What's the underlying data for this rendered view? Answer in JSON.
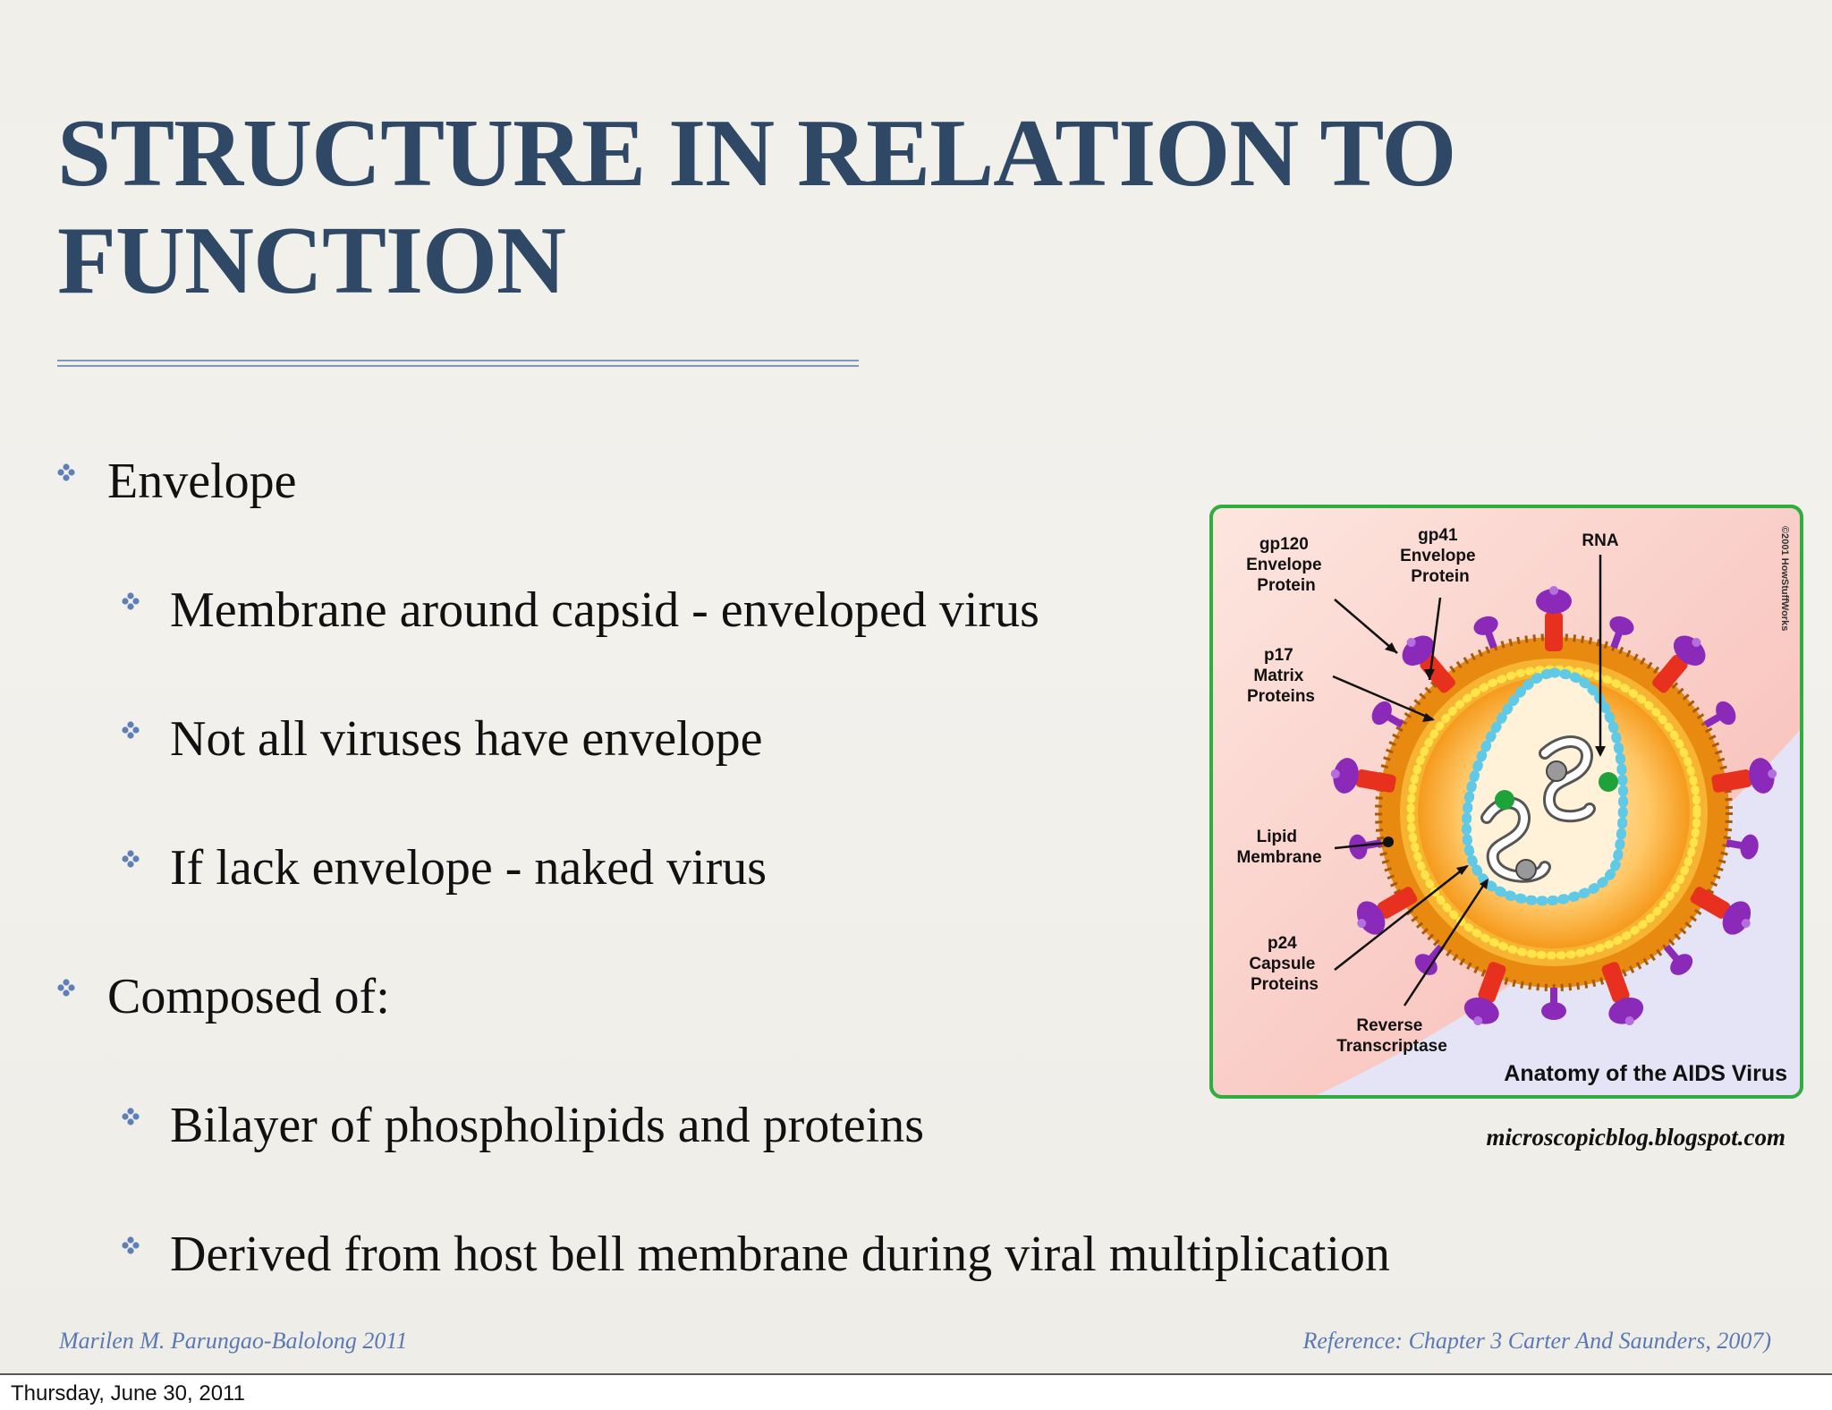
{
  "slide": {
    "title": "STRUCTURE IN RELATION TO FUNCTION",
    "bullets": [
      {
        "text": "Envelope",
        "level": 1
      },
      {
        "text": "Membrane around capsid - enveloped virus",
        "level": 2
      },
      {
        "text": "Not all viruses have envelope",
        "level": 2
      },
      {
        "text": "If lack envelope - naked virus",
        "level": 2
      },
      {
        "text": "Composed of:",
        "level": 1
      },
      {
        "text": "Bilayer of phospholipids and proteins",
        "level": 2
      },
      {
        "text": "Derived from host bell membrane during viral multiplication",
        "level": 2
      }
    ],
    "footer_left": "Marilen M. Parungao-Balolong  2011",
    "footer_right": "Reference: Chapter 3 Carter And Saunders, 2007)",
    "bullet_color": "#5f7fb8",
    "title_color": "#2f4865"
  },
  "figure": {
    "caption": "Anatomy of the AIDS Virus",
    "copyright": "©2001 HowStuffWorks",
    "labels": {
      "gp120": [
        "gp120",
        "Envelope",
        "Protein"
      ],
      "gp41": [
        "gp41",
        "Envelope",
        "Protein"
      ],
      "rna": [
        "RNA"
      ],
      "p17": [
        "p17",
        "Matrix",
        "Proteins"
      ],
      "lipid": [
        "Lipid",
        "Membrane"
      ],
      "p24": [
        "p24",
        "Capsule",
        "Proteins"
      ],
      "rt": [
        "Reverse",
        "Transcriptase"
      ]
    },
    "credit": "microscopicblog.blogspot.com"
  },
  "status_bar": {
    "date": "Thursday, June 30, 2011"
  }
}
